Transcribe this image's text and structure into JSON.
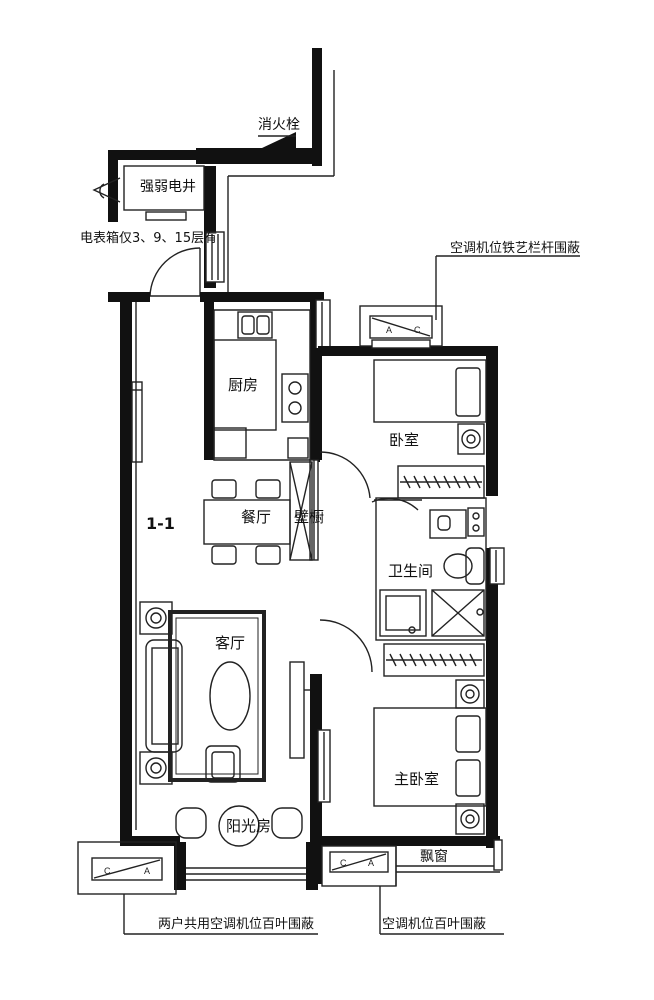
{
  "plan_id": "1-1",
  "rooms": {
    "kitchen": "厨房",
    "dining": "餐厅",
    "wardrobe_wall": "壁橱",
    "living": "客厅",
    "sunroom": "阳光房",
    "bedroom": "卧室",
    "bathroom": "卫生间",
    "master_bedroom": "主卧室",
    "bay_window": "飘窗",
    "shaft": "强弱电井"
  },
  "annotations": {
    "fire_hydrant": "消火栓",
    "meter_box": "电表箱仅3、9、15层有",
    "ac_iron_railing": "空调机位铁艺栏杆围蔽",
    "ac_shared_louver": "两户共用空调机位百叶围蔽",
    "ac_louver": "空调机位百叶围蔽"
  },
  "ac_unit_letters": {
    "a": "A",
    "c": "C"
  },
  "colors": {
    "wall": "#111111",
    "line": "#222222",
    "background": "#ffffff"
  }
}
